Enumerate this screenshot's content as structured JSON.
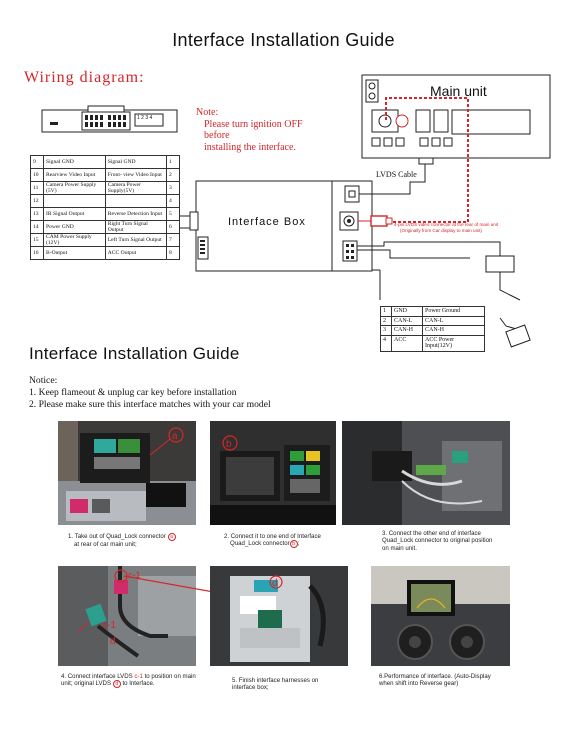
{
  "header": {
    "title": "Interface Installation Guide"
  },
  "wiring": {
    "label": "Wiring diagram:",
    "note_lines": [
      "Note:",
      "Please turn ignition OFF",
      "before",
      "installing the interface."
    ],
    "main_unit_label": "Main unit",
    "lvds_cable_label": "LVDS Cable",
    "interface_box_label": "Interface Box",
    "lvds_note_line1": "4-pin LVDS video connector at the rear of main unit",
    "lvds_note_line2": "(Originally from Car display to main unit)",
    "connector_label": "1 2 3 4",
    "pin_rows": [
      {
        "left_num": "9",
        "left": "Signal GND",
        "right": "Signal GND",
        "right_num": "1"
      },
      {
        "left_num": "10",
        "left": "Rearview Video Input",
        "right": "Front- view Video Input",
        "right_num": "2"
      },
      {
        "left_num": "11",
        "left": "Camera Power Supply (5V)",
        "right": "Camera Power Supply(5V)",
        "right_num": "3"
      },
      {
        "left_num": "12",
        "left": "",
        "right": "",
        "right_num": "4"
      },
      {
        "left_num": "13",
        "left": "IR Signal Output",
        "right": "Reverse Detection Input",
        "right_num": "5"
      },
      {
        "left_num": "14",
        "left": "Power GND",
        "right": "Right Turn Signal Output",
        "right_num": "6"
      },
      {
        "left_num": "15",
        "left": "CAM Power Supply (12V)",
        "right": "Left Turn Signal Output",
        "right_num": "7"
      },
      {
        "left_num": "16",
        "left": "B-Output",
        "right": "ACC Output",
        "right_num": "8"
      }
    ],
    "can_rows": [
      {
        "num": "1",
        "name": "GND",
        "desc": "Power Ground"
      },
      {
        "num": "2",
        "name": "CAN-L",
        "desc": "CAN-L"
      },
      {
        "num": "3",
        "name": "CAN-H",
        "desc": "CAN-H"
      },
      {
        "num": "4",
        "name": "ACC",
        "desc": "ACC Power Input(12V)"
      }
    ]
  },
  "guide": {
    "title": "Interface Installation Guide",
    "notice_title": "Notice:",
    "notice_items": [
      "1.  Keep flameout & unplug car key before installation",
      "2.  Please make sure this interface matches with your car model"
    ]
  },
  "steps": [
    {
      "caption_a": "1.   Take out of Quad_Lock connector",
      "mark": "a",
      "caption_b": "at rear of car main unit;"
    },
    {
      "caption_a": "2.  Connect it to one end of Interface",
      "mark": "b",
      "caption_b": "Quad_Lock connector",
      "caption_c": ";"
    },
    {
      "caption": "3. Connect  the other end of interface Quad_Lock connector to original position on main unit."
    },
    {
      "caption_a": "4. Connect interface LVDS",
      "mark_a": "c-1",
      "caption_b": "to position on main unit; original LVDS",
      "mark_b": "d",
      "caption_c": "to Interface."
    },
    {
      "caption": "5. Finish interface harnesses on interface box;"
    },
    {
      "caption": "6.Performance of interface. (Auto-Display when shift into Reverse gear)"
    }
  ],
  "photo_labels": {
    "a": "a",
    "b": "b",
    "c1": "c-1",
    "d": "d",
    "d2": "d"
  },
  "colors": {
    "accent_red": "#d4262a",
    "dark": "#111111"
  }
}
